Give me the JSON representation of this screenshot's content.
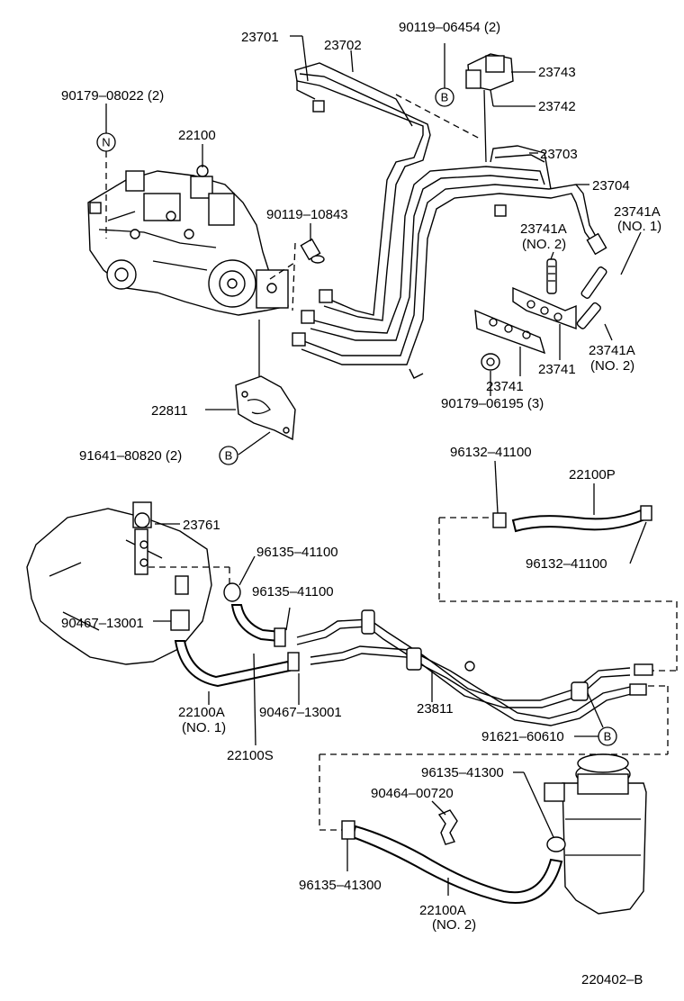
{
  "labels": {
    "p23701": "23701",
    "p23702": "23702",
    "p90119_06454": "90119–06454 (2)",
    "p23743": "23743",
    "p23742": "23742",
    "p90179_08022": "90179–08022 (2)",
    "p22100": "22100",
    "p23703": "23703",
    "p23704": "23704",
    "p90119_10843": "90119–10843",
    "p23741A_no1_a": "23741A",
    "p23741A_no1_b": "(NO. 1)",
    "p23741A_no2_top_a": "23741A",
    "p23741A_no2_top_b": "(NO. 2)",
    "p23741_a": "23741",
    "p23741_b": "23741",
    "p23741A_no2_bot_a": "23741A",
    "p23741A_no2_bot_b": "(NO. 2)",
    "p90179_06195": "90179–06195 (3)",
    "p22811": "22811",
    "p91641_80820": "91641–80820 (2)",
    "p96132_41100_top": "96132–41100",
    "p22100P": "22100P",
    "p96132_41100_bot": "96132–41100",
    "p23761": "23761",
    "p96135_41100_a": "96135–41100",
    "p96135_41100_b": "96135–41100",
    "p90467_13001_a": "90467–13001",
    "p90467_13001_b": "90467–13001",
    "p22100A_no1_a": "22100A",
    "p22100A_no1_b": "(NO. 1)",
    "p23811": "23811",
    "p91621_60610": "91621–60610",
    "p22100S": "22100S",
    "p96135_41300_top": "96135–41300",
    "p90464_00720": "90464–00720",
    "p96135_41300_bot": "96135–41300",
    "p22100A_no2_a": "22100A",
    "p22100A_no2_b": "(NO. 2)",
    "diagram_code": "220402–B"
  },
  "markers": {
    "n": "N",
    "b1": "B",
    "b2": "B",
    "b3": "B"
  }
}
